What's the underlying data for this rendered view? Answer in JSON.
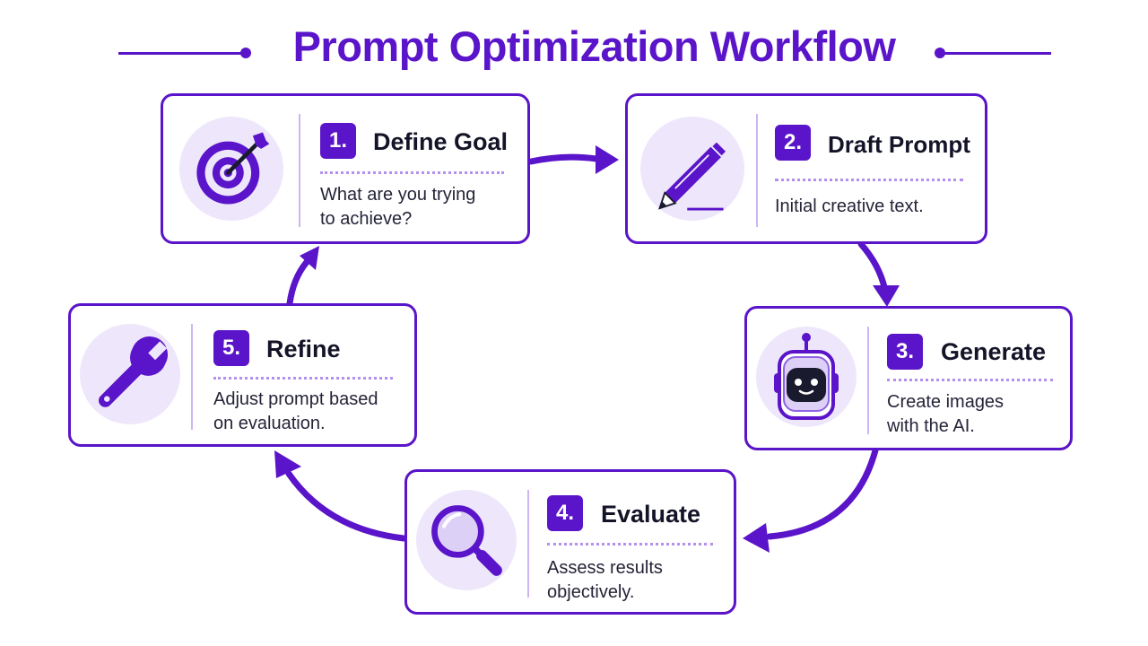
{
  "title": "Prompt Optimization Workflow",
  "colors": {
    "accent": "#5a14c9",
    "icon_background": "#eee7fb",
    "text": "#141428"
  },
  "steps": [
    {
      "number": "1.",
      "title": "Define Goal",
      "description": [
        "What are you trying",
        "to achieve?"
      ],
      "icon": "target-icon"
    },
    {
      "number": "2.",
      "title": "Draft Prompt",
      "description": [
        "Initial creative text."
      ],
      "icon": "pencil-icon"
    },
    {
      "number": "3.",
      "title": "Generate",
      "description": [
        "Create images",
        "with the AI."
      ],
      "icon": "robot-icon"
    },
    {
      "number": "4.",
      "title": "Evaluate",
      "description": [
        "Assess results",
        "objectively."
      ],
      "icon": "magnifier-icon"
    },
    {
      "number": "5.",
      "title": "Refine",
      "description": [
        "Adjust prompt based",
        "on evaluation."
      ],
      "icon": "wrench-icon"
    }
  ],
  "connectors": [
    {
      "from": "1.",
      "to": "2."
    },
    {
      "from": "2.",
      "to": "3."
    },
    {
      "from": "3.",
      "to": "4."
    },
    {
      "from": "4.",
      "to": "5."
    },
    {
      "from": "5.",
      "to": "1."
    }
  ]
}
